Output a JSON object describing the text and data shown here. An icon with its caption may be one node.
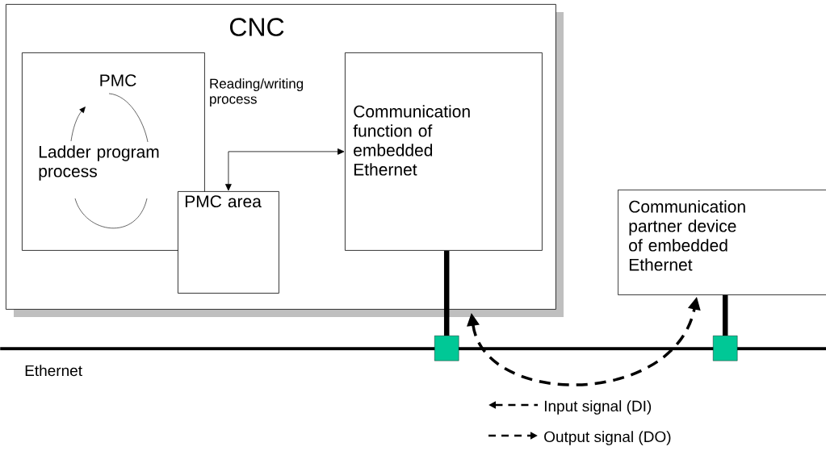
{
  "diagram": {
    "nodes": [
      {
        "text": [
          "CNC"
        ]
      },
      {
        "text": [
          "PMC",
          "Ladder program process"
        ],
        "in": 0
      },
      {
        "text": [
          "PMC area"
        ],
        "in": 0
      },
      {
        "text": [
          "Communication function of embedded Ethernet"
        ],
        "in": 0
      },
      {
        "text": [
          "Communication partner device of embedded Ethernet"
        ]
      },
      {
        "text": [],
        "shape": "bar",
        "beside": [
          "Ethernet"
        ]
      },
      {
        "text": [],
        "shape": "box"
      },
      {
        "text": [],
        "shape": "box"
      }
    ],
    "edges": [
      {
        "from": 2,
        "to": 3,
        "arrow": "both",
        "label": "Reading/writing process"
      },
      {
        "from": 3,
        "to": 6,
        "arrow": "none",
        "style": "thick"
      },
      {
        "from": 4,
        "to": 7,
        "arrow": "none",
        "style": "thick"
      },
      {
        "from": 0,
        "to": 4,
        "arrow": "both",
        "style": "dashed"
      }
    ],
    "legend": [
      {
        "text": "Input signal (DI)"
      },
      {
        "text": "Output signal (DO)"
      }
    ]
  }
}
